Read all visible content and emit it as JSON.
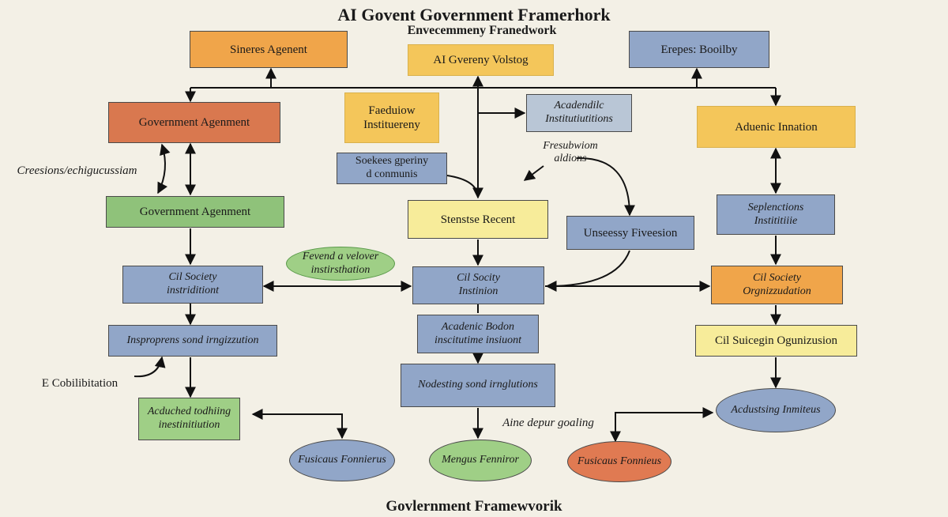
{
  "title": "AI Govent Government Framerhork",
  "subtitle": "Envecemmeny Franedwork",
  "footer": "Govlernment Framewvorik",
  "nodes": {
    "sineres_agenent": "Sineres Agenent",
    "ai_goverenv": "AI Gvereny Volstog",
    "erepes_booilby": "Erepes: Booilby",
    "gov_agenment_1": "Government Agenment",
    "faeduiow": "Faeduiow\nInstituereny",
    "academic_inst": "Acadendilc\nInstitutiutitions",
    "adueniic": "Aduenic Innation",
    "sockees": "Soekees gperiny\nd conmunis",
    "gov_agenment_2": "Government Agenment",
    "stenstse": "Stenstse Recent",
    "unseessy": "Unseessy Fiveesion",
    "seplenctions": "Seplenctions\nInstititiiie",
    "cil_society_left": "Cil Society\ninstriditiont",
    "cil_society_mid": "Cil Socity\nInstinion",
    "cil_society_right": "Cil Society\nOrgnizzudation",
    "insproprea": "Insproprens sond irngizzution",
    "academic_bodon": "Acadenic Bodon\ninscitutime insiuont",
    "cil_suiceign": "Cil Suicegin Ogunizusion",
    "nodesting": "Nodesting sond irnglutions",
    "acduched": "Acduched todhiing\ninestinitiution",
    "fusicaus_left": "Fusicaus Fonnierus",
    "mengus": "Mengus Fenniror",
    "fusicaus_right": "Fusicaus Fonnieus",
    "acdustsing": "Acdustsing Inmiteus",
    "fevend_ellipse": "Fevend a velover\ninstirsthation"
  },
  "labels": {
    "creesions": "Creesions/echigucussiam",
    "fresubviom": "Fresubwiom\naldions",
    "e_cobilibitation": "E Cobilibitation",
    "aine_depur": "Aine depur goaling"
  },
  "colors": {
    "orange": "#f0a54a",
    "red": "#d9784f",
    "gold": "#f4c65a",
    "blue": "#91a6c8",
    "green": "#8fc27a",
    "yellow": "#f7ec9a",
    "background": "#f3f0e6"
  }
}
